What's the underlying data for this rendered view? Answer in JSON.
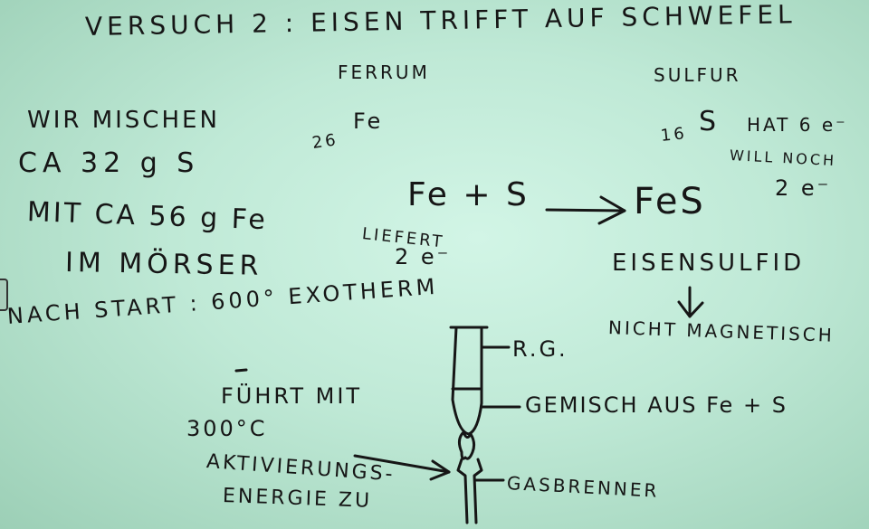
{
  "title": "VERSUCH 2 :  EISEN  TRIFFT  AUF  SCHWEFEL",
  "iron": {
    "latin": "FERRUM",
    "symbol": "Fe",
    "number": "26"
  },
  "sulfur": {
    "latin": "SULFUR",
    "symbol": "S",
    "number": "16",
    "note_line1": "HAT 6 e⁻",
    "note_line2": "WILL NOCH",
    "note_line3": "2 e⁻"
  },
  "mixing": {
    "line1": "WIR  MISCHEN",
    "line2": "CA  32 g S",
    "line3": "MIT CA 56 g Fe",
    "line4": "IM  MÖRSER"
  },
  "reaction": {
    "left": "Fe + S",
    "right": "FeS",
    "delivers_line1": "LIEFERT",
    "delivers_line2": "2 e⁻",
    "product_name": "EISENSULFID",
    "product_note": "NICHT  MAGNETISCH"
  },
  "start": {
    "line1": "NACH START :  600° EXOTHERM",
    "line2": "FÜHRT MIT",
    "line3": "300°C",
    "line4": "AKTIVIERUNGS-",
    "line5": "ENERGIE ZU"
  },
  "apparatus": {
    "label_rg": "R.G.",
    "label_mixture": "GEMISCH AUS Fe + S",
    "label_burner": "GASBRENNER"
  }
}
